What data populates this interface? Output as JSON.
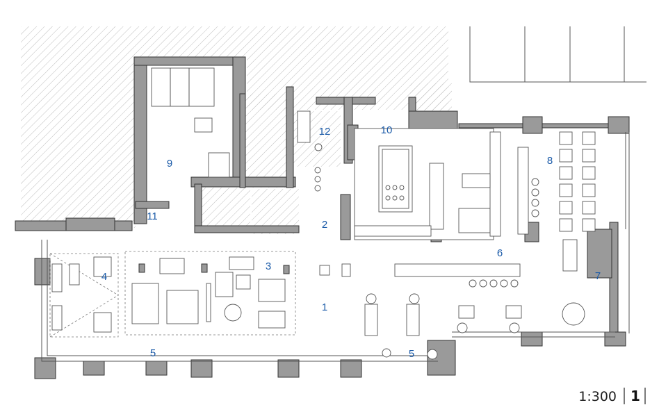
{
  "plan": {
    "room_numbers": [
      "1",
      "2",
      "3",
      "4",
      "5",
      "5",
      "6",
      "7",
      "8",
      "9",
      "10",
      "11",
      "12"
    ],
    "scale": "1:300",
    "sheet_number": "1"
  },
  "colors": {
    "room_number": "#1a5aa8",
    "wall_fill": "#9a9a9a",
    "hatch": "#bdbdbd",
    "line": "#555555"
  }
}
